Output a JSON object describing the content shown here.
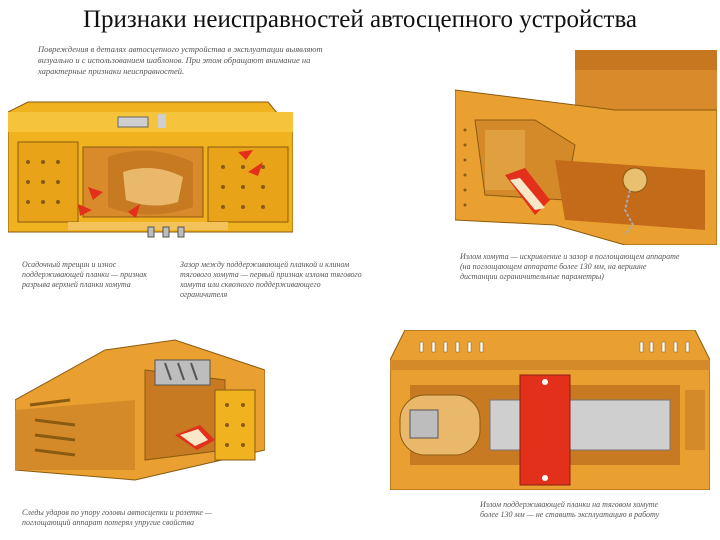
{
  "title": "Признаки неисправностей автосцепного устройства",
  "intro": "Повреждения в деталях автосцепного устройства в эксплуатации выявляют визуально и с использованием шаблонов. При этом обращают внимание на характерные признаки неисправностей.",
  "captions": {
    "top_left_a": "Осадочный трещин и износ поддерживающей планки — признак разрыва верхней планки хомута",
    "top_left_b": "Зазор между поддерживающей планкой и клином тягового хомута — первый признак излома тягового хомута или сквозного поддерживающего ограничителя",
    "top_right": "Излом хомута — искривление и зазор в поглощающем аппарате (на поглощающем аппарате более 130 мм, на вершине дистанции ограничительные параметры)",
    "bottom_left": "Следы ударов по упору головы автосцепки и розетке — поглощающий аппарат потерял упругие свойства",
    "bottom_right": "Излом поддерживающей планки на тяговом хомуте более 130 мм — не ставить эксплуатацию в работу"
  },
  "colors": {
    "frame": "#f0b21e",
    "body": "#d98a2a",
    "shadow": "#a85a14",
    "accent": "#e3301b",
    "steel": "#bdbdbd"
  }
}
